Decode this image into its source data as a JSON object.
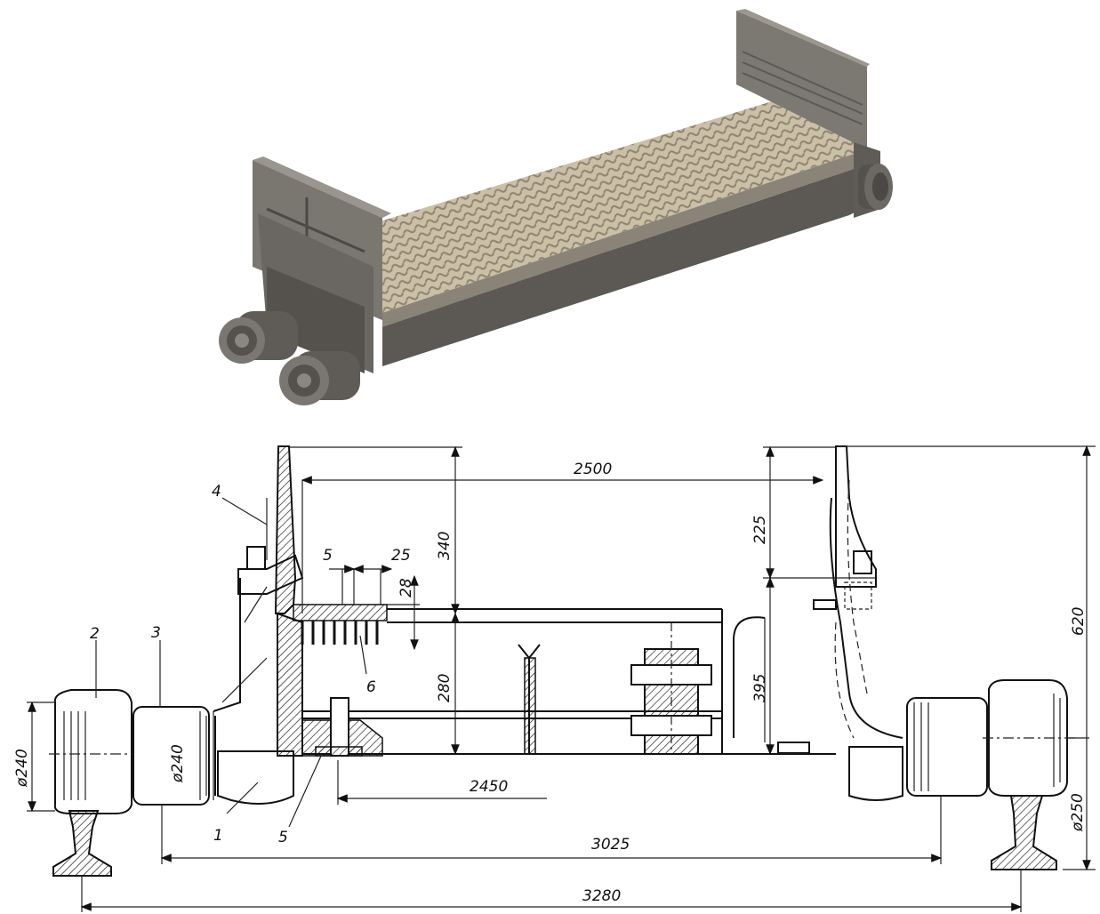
{
  "dimensions": {
    "d2500": "2500",
    "d340": "340",
    "d225": "225",
    "d620": "620",
    "d5": "5",
    "d25": "25",
    "d28": "28",
    "d280": "280",
    "d395": "395",
    "d240_left": "ø240",
    "d240_mid": "ø240",
    "d250": "ø250",
    "d2450": "2450",
    "d3025": "3025",
    "d3280": "3280"
  },
  "part_labels": {
    "p1": "1",
    "p2": "2",
    "p3": "3",
    "p4": "4",
    "p5a": "5",
    "p6": "6"
  },
  "colors": {
    "model_body": "#6f6b66",
    "model_dark": "#4a4744",
    "model_light": "#8d8983",
    "grate": "#c9bfa9",
    "grate_dark": "#8f8672",
    "line": "#111111"
  }
}
